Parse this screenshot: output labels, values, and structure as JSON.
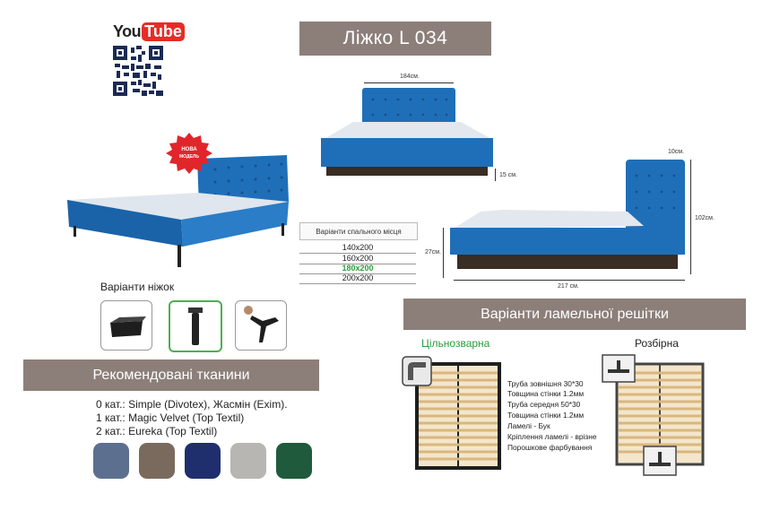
{
  "header": {
    "title": "Ліжко L 034",
    "youtube_you": "You",
    "youtube_tube": "Tube"
  },
  "badge": {
    "line1": "НОВА",
    "line2": "МОДЕЛЬ"
  },
  "dimensions": {
    "front_width": "184см.",
    "front_leg_height": "15 см.",
    "side_headboard_depth": "10см.",
    "side_total_height": "102см.",
    "side_bed_height": "27см.",
    "side_length": "217 см."
  },
  "sizes": {
    "title": "Варіанти спального місця",
    "items": [
      "140x200",
      "160x200",
      "180x200",
      "200x200"
    ],
    "highlighted": "180x200"
  },
  "legs": {
    "title": "Варіанти ніжок"
  },
  "fabrics": {
    "title": "Рекомендовані тканини",
    "lines": [
      "0 кат.: Simple (Divotex), Жасмін (Exim).",
      "1 кат.: Magic Velvet (Top Textil)",
      "2 кат.: Eureka (Top Textil)"
    ],
    "swatch_colors": [
      "#5d6f8f",
      "#7a6a5e",
      "#1f2f6e",
      "#b8b6b3",
      "#1f5a3c"
    ]
  },
  "lamels": {
    "title": "Варіанти ламельної решітки",
    "welded": "Цільнозварна",
    "split": "Розбірна",
    "specs": [
      "Труба зовнішня 30*30",
      "Товщина стінки 1.2мм",
      "Труба середня 50*30",
      "Товщина стінки 1.2мм",
      "Ламелі - Бук",
      "Кріплення ламелі - врізне",
      "Порошкове фарбування"
    ]
  },
  "colors": {
    "banner": "#8c7f7a",
    "bed_blue": "#1f6fb8",
    "accent_green": "#2a9d3a",
    "badge_red": "#e0262b"
  }
}
